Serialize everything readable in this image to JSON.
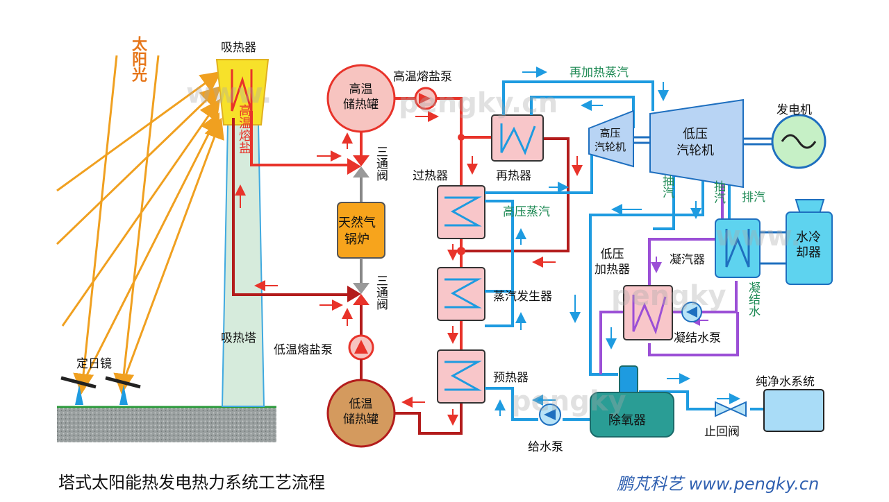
{
  "labels": {
    "sunlight": "太阳光",
    "receiver": "吸热器",
    "hot_salt_in_receiver": "高温熔盐",
    "tower": "吸热塔",
    "heliostat": "定日镜",
    "hot_tank": "高温\n储热罐",
    "cold_tank": "低温\n储热罐",
    "hot_salt_pump": "高温熔盐泵",
    "cold_salt_pump": "低温熔盐泵",
    "three_way_valve": "三通阀",
    "gas_boiler": "天然气\n锅炉",
    "superheater": "过热器",
    "reheater": "再热器",
    "steam_generator": "蒸汽发生器",
    "preheater": "预热器",
    "hp_steam": "高压蒸汽",
    "reheat_steam": "再加热蒸汽",
    "hp_turbine": "高压\n汽轮机",
    "lp_turbine": "低压\n汽轮机",
    "generator": "发电机",
    "extraction": "抽汽",
    "exhaust": "排汽",
    "condenser": "凝汽器",
    "water_cooler": "水冷\n却器",
    "lp_heater": "低压\n加热器",
    "condensate": "凝结水",
    "condensate_pump": "凝结水泵",
    "deaerator": "除氧器",
    "feed_pump": "给水泵",
    "check_valve": "止回阀",
    "pure_water": "纯净水系统"
  },
  "title": "塔式太阳能热发电热力系统工艺流程",
  "brand": "鹏芃科艺 www.pengky.cn",
  "watermarks": [
    "www.",
    "pengky.cn",
    "www.",
    "pengky",
    "pengky"
  ],
  "colors": {
    "hot_salt": "#e8332a",
    "cold_salt": "#b31c1c",
    "steam": "#1e9be0",
    "condensate": "#9b4fd6",
    "sun": "#f0a020",
    "receiver_fill": "#f7e12a",
    "tower_fill": "#d6ebdc",
    "hot_tank_fill": "#f7c4c0",
    "cold_tank_fill": "#d49a5e",
    "boiler_fill": "#f7a41c",
    "hx_fill": "#f8c6c9",
    "turbine_fill": "#b8d4f4",
    "generator_fill": "#c6f0c6",
    "cooler_fill": "#5ed3ef",
    "pure_water_fill": "#a9dcf7",
    "deaerator_fill": "#2a9d95",
    "title_text": "#111111",
    "brand_text": "#2e5fb0"
  }
}
